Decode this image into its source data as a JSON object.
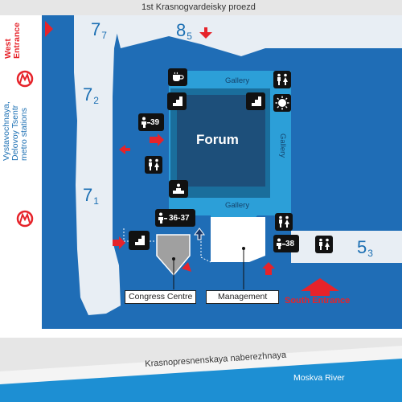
{
  "streets": {
    "north": "1st Krasnogvardeisky proezd",
    "south": "Krasnopresnenskaya naberezhnaya"
  },
  "river": "Moskva River",
  "metro_stations": "Vystavochnaya, Delovoy Tsentr metro stations",
  "metro_lines": [
    "Vystavochnaya,",
    "Delovoy Tsentr",
    "metro stations"
  ],
  "entrances": {
    "west": [
      "West",
      "Entrance"
    ],
    "south": "South Entrance"
  },
  "buildings": {
    "b7_7": {
      "main": "7",
      "sub": "7"
    },
    "b7_2": {
      "main": "7",
      "sub": "2"
    },
    "b7_1": {
      "main": "7",
      "sub": "1"
    },
    "b8_5": {
      "main": "8",
      "sub": "5"
    },
    "b5_3": {
      "main": "5",
      "sub": "3"
    }
  },
  "venue": {
    "forum": "Forum",
    "gallery_top": "Gallery",
    "gallery_right": "Gallery",
    "gallery_bottom": "Gallery",
    "congress_centre": "Congress Centre",
    "management": "Management"
  },
  "rooms": {
    "r39": "39",
    "r36_37": "36-37",
    "r38": "38"
  },
  "colors": {
    "outer": "#1f6db6",
    "gallery": "#2c9fd8",
    "forum_outer": "#1d4f7a",
    "forum_inner": "#1a6e9c",
    "light_building": "#e8eef4",
    "arrow": "#e6232a",
    "metro": "#e6232a",
    "text_blue": "#1b6fb3"
  }
}
